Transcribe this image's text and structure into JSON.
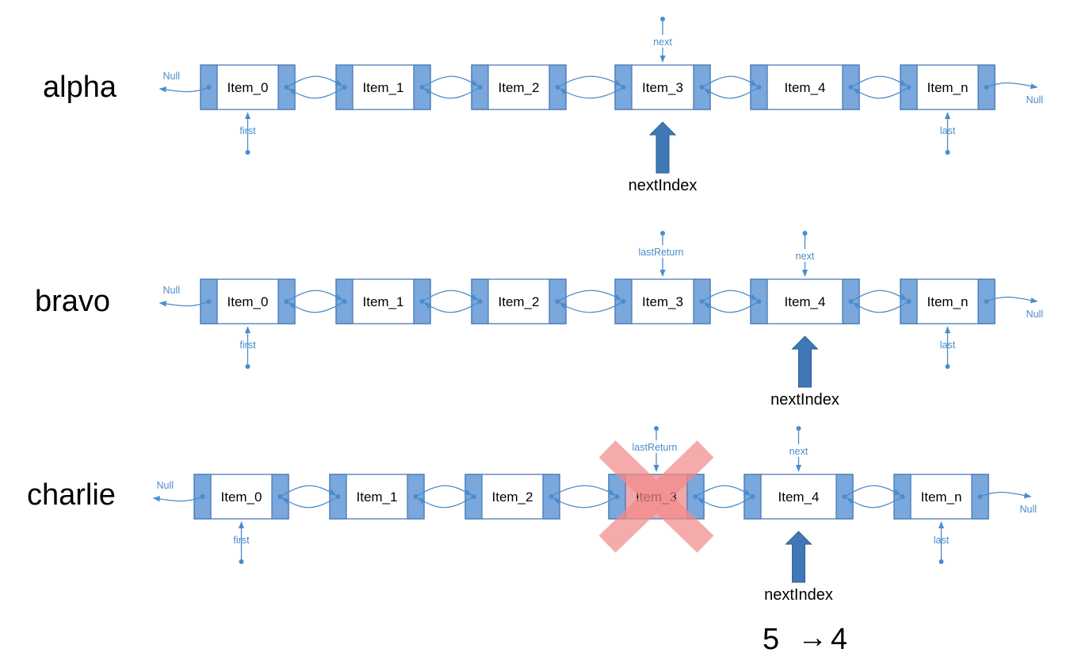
{
  "colors": {
    "node_fill": "#ffffff",
    "node_border": "#4a7bb7",
    "side_fill": "#7aa7dc",
    "link": "#4a8ccc",
    "index_arrow": "#3f78b5",
    "cross": "#f28b8b",
    "removed_fill": "#f2a7a7"
  },
  "rows": [
    {
      "title": "alpha",
      "nodes": [
        "Item_0",
        "Item_1",
        "Item_2",
        "Item_3",
        "Item_4",
        "Item_n"
      ],
      "left_null": "Null",
      "right_null": "Null",
      "first": "first",
      "last": "last",
      "next_label": "next",
      "next_at": 3,
      "last_return_label": null,
      "last_return_at": null,
      "index_label": "nextIndex",
      "index_at": 3,
      "removed": null
    },
    {
      "title": "bravo",
      "nodes": [
        "Item_0",
        "Item_1",
        "Item_2",
        "Item_3",
        "Item_4",
        "Item_n"
      ],
      "left_null": "Null",
      "right_null": "Null",
      "first": "first",
      "last": "last",
      "next_label": "next",
      "next_at": 4,
      "last_return_label": "lastReturn",
      "last_return_at": 3,
      "index_label": "nextIndex",
      "index_at": 4,
      "removed": null
    },
    {
      "title": "charlie",
      "nodes": [
        "Item_0",
        "Item_1",
        "Item_2",
        "Item_3",
        "Item_4",
        "Item_n"
      ],
      "left_null": "Null",
      "right_null": "Null",
      "first": "first",
      "last": "last",
      "next_label": "next",
      "next_at": 4,
      "last_return_label": "lastReturn",
      "last_return_at": 3,
      "index_label": "nextIndex",
      "index_at": 4,
      "removed": 3
    }
  ],
  "index_change": {
    "from": "5",
    "arrow": "→",
    "to": "4"
  }
}
